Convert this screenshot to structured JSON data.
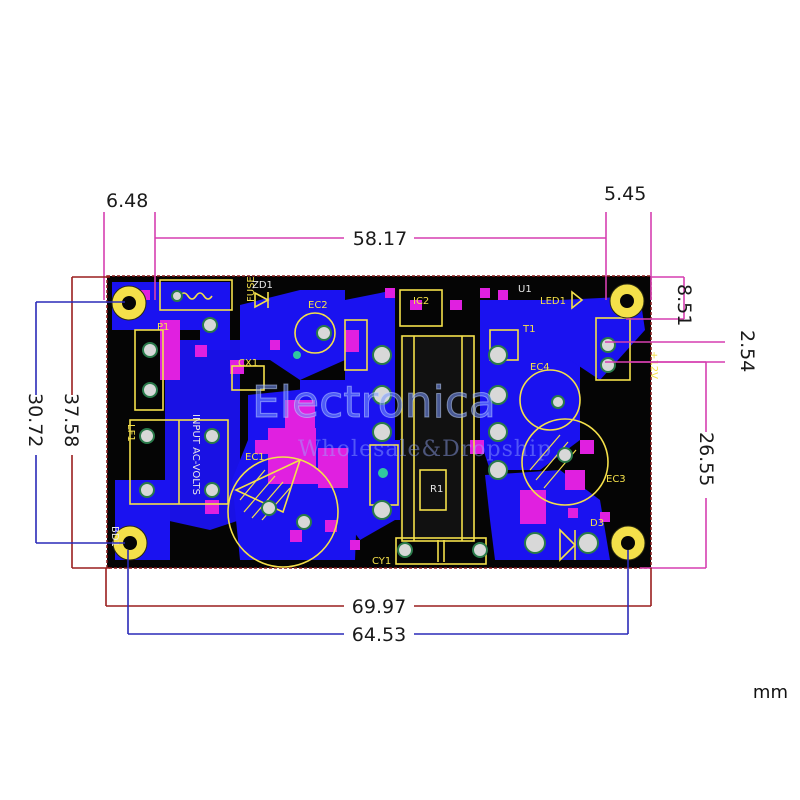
{
  "dimensions": {
    "left_offset": "6.48",
    "right_offset": "5.45",
    "hole_span_top": "58.17",
    "top_offset": "8.51",
    "pin_pitch": "2.54",
    "output_span": "26.55",
    "board_height": "37.58",
    "hole_span_vertical": "30.72",
    "board_width": "69.97",
    "hole_span_bottom": "64.53"
  },
  "unit_label": "mm",
  "watermark": {
    "line1": "Electronica",
    "line2": "Wholesale&Dropship"
  },
  "pcb_labels": {
    "fuse": "FUSE",
    "zd1": "ZD1",
    "ec2": "EC2",
    "ic2": "IC2",
    "u1": "U1",
    "led1": "LED1",
    "p1": "P1",
    "cx1": "CX1",
    "t1": "T1",
    "ec4": "EC4",
    "out12v": "+12V",
    "lf1": "LF1",
    "ec1": "EC1",
    "ec3": "EC3",
    "d3": "D3",
    "cy1": "CY1",
    "bd1": "BD1",
    "input_label": "INPUT AC-VOLTS",
    "r1": "R1"
  },
  "colors": {
    "dimension_magenta": "#d63fb0",
    "dimension_blue": "#2a2ab8",
    "dimension_red": "#9a1e1e",
    "board_black": "#050505",
    "copper_blue": "#1a12f0",
    "pad_magenta": "#e020e0",
    "silkscreen_yellow": "#f4e04a"
  }
}
